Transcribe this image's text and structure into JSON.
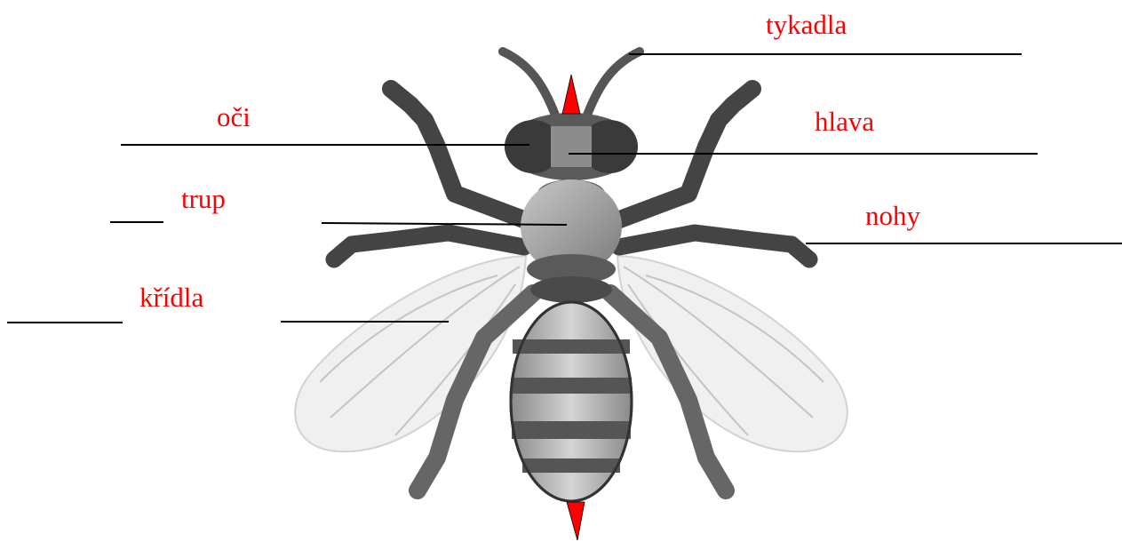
{
  "colors": {
    "label": "#ff0000",
    "arrow": "#ff0000",
    "leader_line": "#000000",
    "body_dark": "#444444",
    "body_mid": "#999999",
    "body_light": "#d4d4d4",
    "wing": "#ebebeb"
  },
  "labels": {
    "antennae": "tykadla",
    "eyes": "oči",
    "head": "hlava",
    "thorax": "trup",
    "legs": "nohy",
    "wings": "křídla"
  }
}
